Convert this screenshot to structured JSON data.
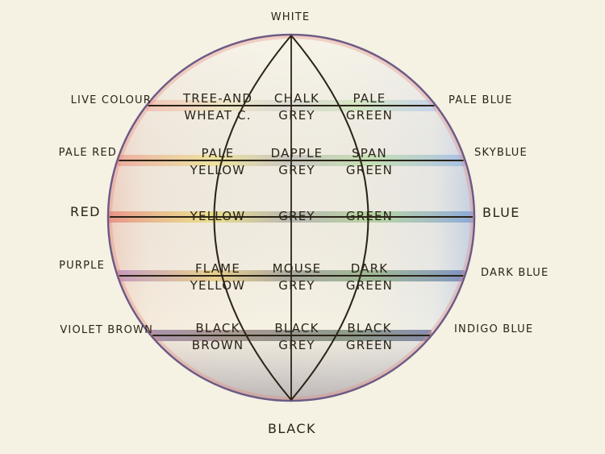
{
  "diagram": {
    "top_label": "WHITE",
    "bottom_label": "BLACK",
    "left_labels": [
      "LIVE COLOUR",
      "PALE RED",
      "RED",
      "PURPLE",
      "VIOLET BROWN"
    ],
    "right_labels": [
      "PALE BLUE",
      "SKYBLUE",
      "BLUE",
      "DARK BLUE",
      "INDIGO BLUE"
    ],
    "rows": [
      {
        "cells": [
          {
            "l1": "TREE-AND",
            "l2": "WHEAT C."
          },
          {
            "l1": "CHALK",
            "l2": "GREY"
          },
          {
            "l1": "PALE",
            "l2": "GREEN"
          }
        ]
      },
      {
        "cells": [
          {
            "l1": "PALE",
            "l2": "YELLOW"
          },
          {
            "l1": "DAPPLE",
            "l2": "GREY"
          },
          {
            "l1": "SPAN",
            "l2": "GREEN"
          }
        ]
      },
      {
        "cells": [
          {
            "l1": "YELLOW",
            "l2": ""
          },
          {
            "l1": "GREY",
            "l2": ""
          },
          {
            "l1": "GREEN",
            "l2": ""
          }
        ]
      },
      {
        "cells": [
          {
            "l1": "FLAME",
            "l2": "YELLOW"
          },
          {
            "l1": "MOUSE",
            "l2": "GREY"
          },
          {
            "l1": "DARK",
            "l2": "GREEN"
          }
        ]
      },
      {
        "cells": [
          {
            "l1": "BLACK",
            "l2": "BROWN"
          },
          {
            "l1": "BLACK",
            "l2": "GREY"
          },
          {
            "l1": "BLACK",
            "l2": "GREEN"
          }
        ]
      }
    ],
    "colors": {
      "paper": "#f5f1e3",
      "ink": "#2b2418",
      "red_edge": "#e2655a",
      "blue_edge": "#5b86d3",
      "yellow": "#e7d64c",
      "grey": "#8d8d8d",
      "green": "#8cc56f",
      "purple": "#8c5fa8",
      "dark_blue": "#3b5aa6"
    }
  }
}
